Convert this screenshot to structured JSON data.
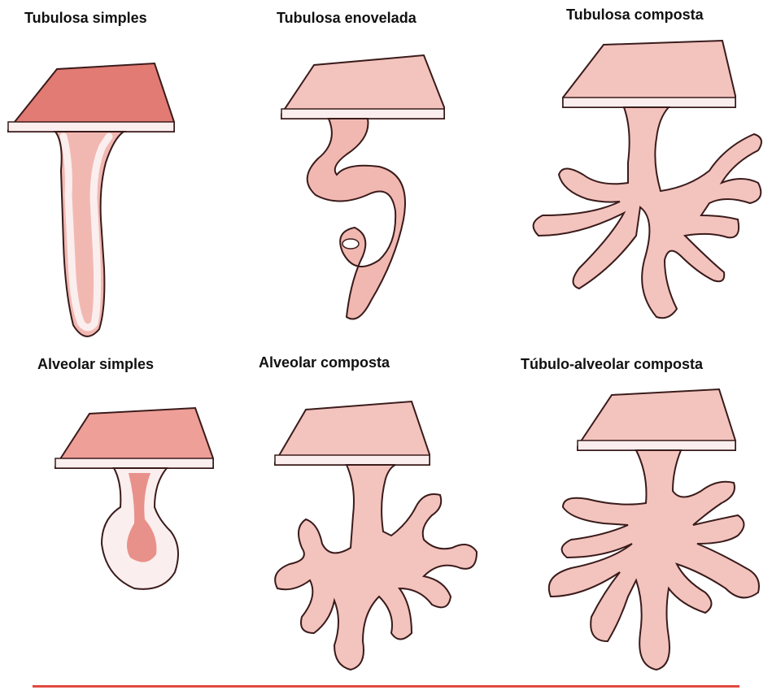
{
  "colors": {
    "tissue_fill": "#f3c3bd",
    "tissue_fill_dark": "#e07d74",
    "epithelium": "#fbeeee",
    "outline": "#3a1b1b",
    "rule": "#e24a3f"
  },
  "panels": [
    {
      "id": "tubulosa-simples",
      "label": "Tubulosa simples"
    },
    {
      "id": "tubulosa-enovelada",
      "label": "Tubulosa enovelada"
    },
    {
      "id": "tubulosa-composta",
      "label": "Tubulosa composta"
    },
    {
      "id": "alveolar-simples",
      "label": "Alveolar simples"
    },
    {
      "id": "alveolar-composta",
      "label": "Alveolar composta"
    },
    {
      "id": "tubulo-alveolar-composta",
      "label": "Túbulo-alveolar composta"
    }
  ]
}
